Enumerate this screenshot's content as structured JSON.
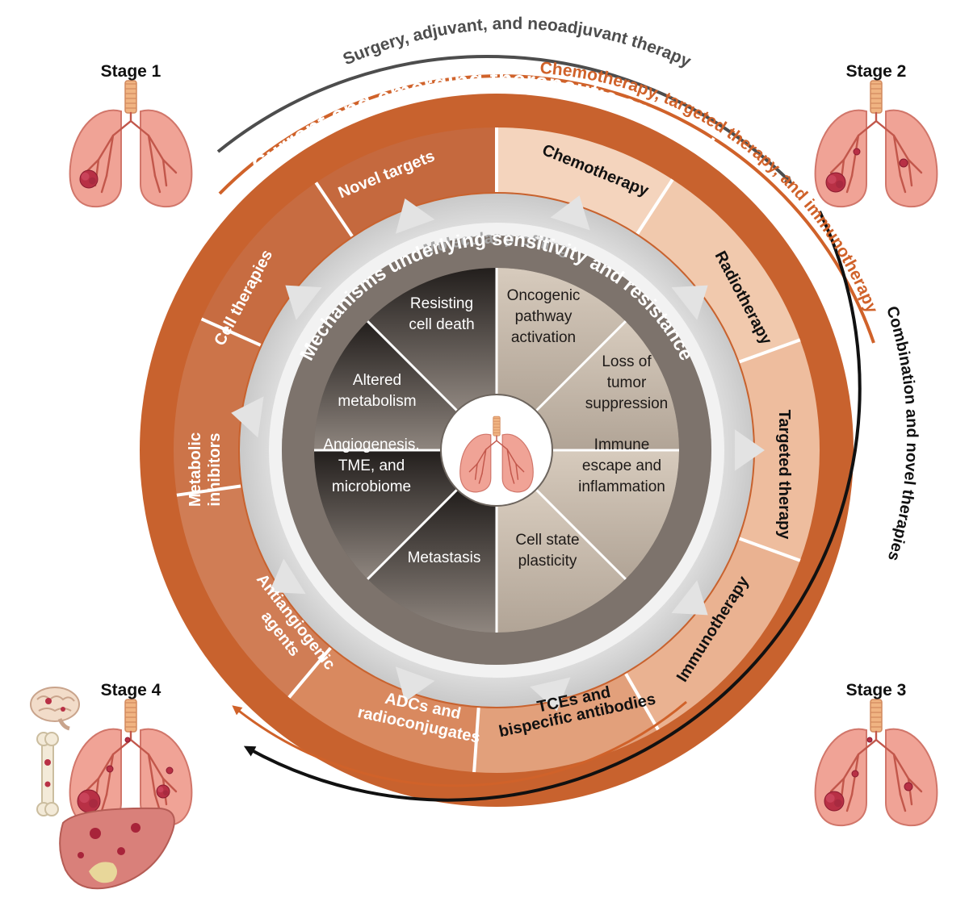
{
  "stages": [
    {
      "label": "Stage 1"
    },
    {
      "label": "Stage 2"
    },
    {
      "label": "Stage 3"
    },
    {
      "label": "Stage 4"
    }
  ],
  "arrows": {
    "surgery": "Surgery, adjuvant, and neoadjuvant therapy",
    "chemo_targeted_immuno": "Chemotherapy, targeted therapy, and immunotherapy",
    "combination": "Combination and novel therapies"
  },
  "outer_ring": {
    "title": "Current and emerging therapeutic approaches",
    "segments": [
      {
        "label": "Chemotherapy"
      },
      {
        "label": "Radiotherapy"
      },
      {
        "label": "Targeted therapy"
      },
      {
        "label": "Immunotherapy"
      },
      {
        "label": "TCEs and bispecific antibodies"
      },
      {
        "label": "ADCs and radioconjugates"
      },
      {
        "label": "Antiangiogenic agents"
      },
      {
        "label": "Metabolic inhibitors"
      },
      {
        "label": "Cell therapies"
      },
      {
        "label": "Novel targets"
      }
    ]
  },
  "molecular_profiling": "Molecular profiling",
  "inner_ring": {
    "title": "Mechanisms underlying sensitivity and resistance",
    "segments": [
      {
        "label": "Oncogenic pathway activation"
      },
      {
        "label": "Loss of tumor suppression"
      },
      {
        "label": "Immune escape and inflammation"
      },
      {
        "label": "Cell state plasticity"
      },
      {
        "label": "Metastasis"
      },
      {
        "label": "Angiogenesis, TME, and microbiome"
      },
      {
        "label": "Altered metabolism"
      },
      {
        "label": "Resisting cell death"
      }
    ]
  },
  "colors": {
    "outer_dark": "#c8622e",
    "outer_light": "#f3cdb3",
    "arrow_grey": "#4d4d4d",
    "arrow_orange": "#d0622a",
    "arrow_black": "#111111",
    "inner_dark": "#2a2624",
    "inner_light": "#cabcab",
    "lung": "#eda092",
    "tumor": "#b83045"
  }
}
